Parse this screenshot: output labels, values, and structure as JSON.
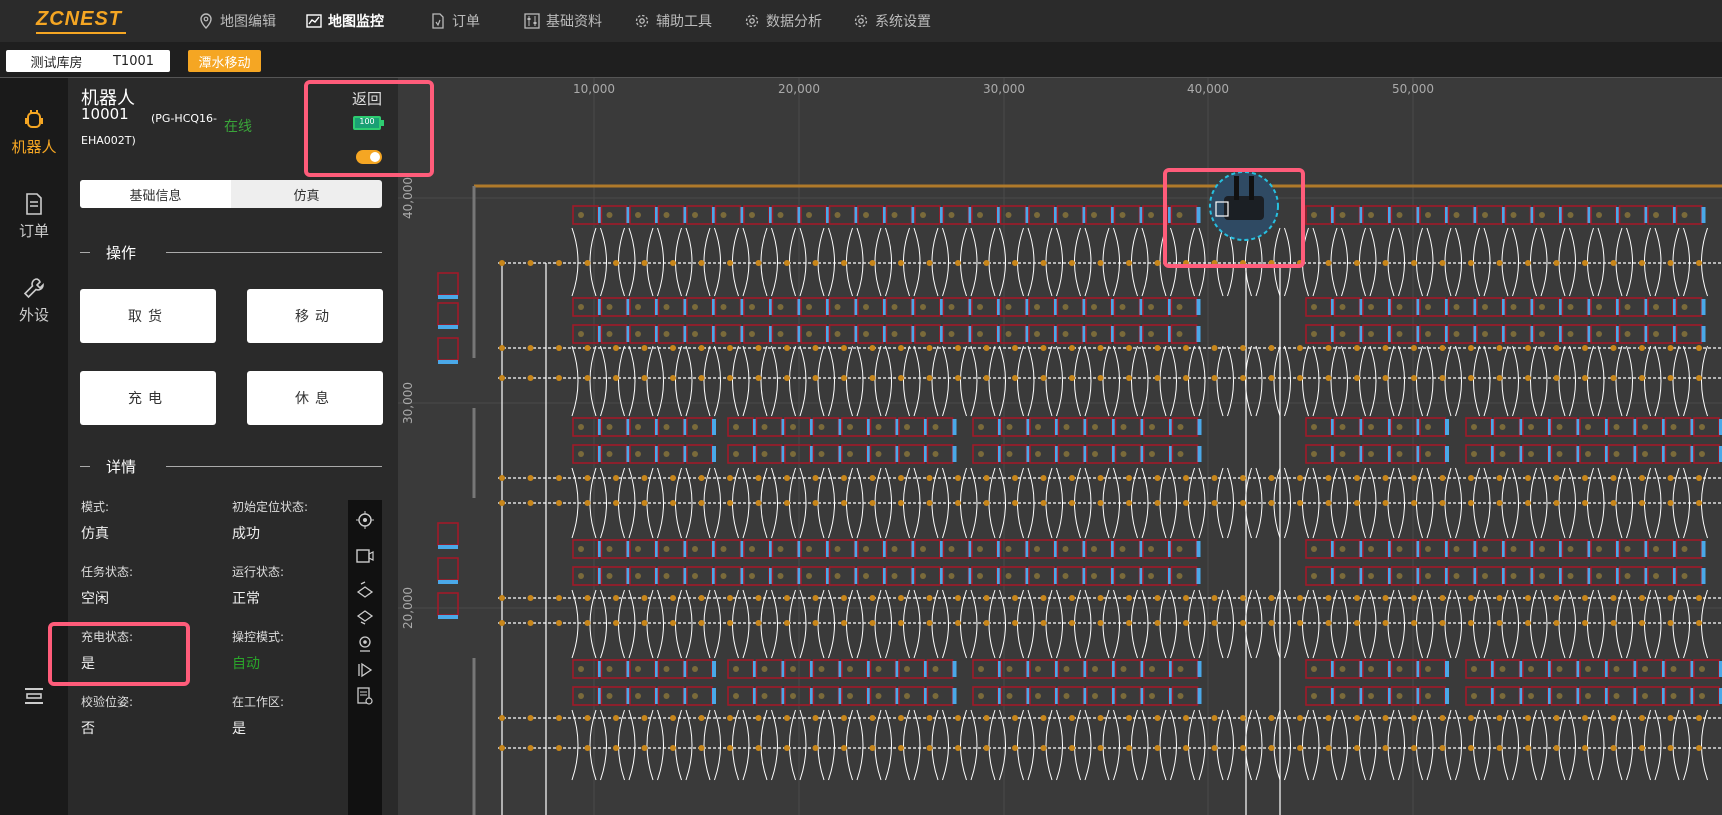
{
  "app": {
    "logo_text": "ZCNEST",
    "accent": "#f5a623"
  },
  "nav": [
    {
      "label": "地图编辑",
      "icon": "location-icon"
    },
    {
      "label": "地图监控",
      "icon": "chart-icon",
      "active": true
    },
    {
      "label": "订单",
      "icon": "document-icon"
    },
    {
      "label": "基础资料",
      "icon": "sliders-icon"
    },
    {
      "label": "辅助工具",
      "icon": "gear-icon"
    },
    {
      "label": "数据分析",
      "icon": "gear-icon"
    },
    {
      "label": "系统设置",
      "icon": "gear-icon"
    }
  ],
  "tags": {
    "warehouse": "测试库房",
    "robot": "T1001",
    "mode": "潭水移动"
  },
  "rail": [
    {
      "label": "机器人",
      "icon": "robot-icon",
      "active": true
    },
    {
      "label": "订单",
      "icon": "document-icon"
    },
    {
      "label": "外设",
      "icon": "wrench-icon"
    }
  ],
  "panel": {
    "title": "机器人",
    "robot_id": "10001",
    "robot_model": "(PG-HCQ16-EHA002T)",
    "status": "在线",
    "back_label": "返回",
    "battery": "100",
    "tabs": [
      "基础信息",
      "仿真"
    ],
    "ops_title": "操作",
    "ops": [
      "取货",
      "移动",
      "充电",
      "休息"
    ],
    "details_title": "详情",
    "details": [
      {
        "label": "模式:",
        "value": "仿真"
      },
      {
        "label": "初始定位状态:",
        "value": "成功"
      },
      {
        "label": "任务状态:",
        "value": "空闲"
      },
      {
        "label": "运行状态:",
        "value": "正常"
      },
      {
        "label": "充电状态:",
        "value": "是"
      },
      {
        "label": "操控模式:",
        "value": "自动"
      },
      {
        "label": "校验位姿:",
        "value": "否"
      },
      {
        "label": "在工作区:",
        "value": "是"
      }
    ]
  },
  "map": {
    "x_ticks": [
      "10,000",
      "20,000",
      "30,000",
      "40,000",
      "50,000"
    ],
    "y_ticks": [
      "40,000",
      "30,000",
      "20,000"
    ],
    "colors": {
      "grid": "#4a4a4a",
      "rack": "#a01a28",
      "slot_blue": "#4aa8e8",
      "node": "#c8861a",
      "path": "#ffffff",
      "boundary": "#b07a2a"
    }
  }
}
